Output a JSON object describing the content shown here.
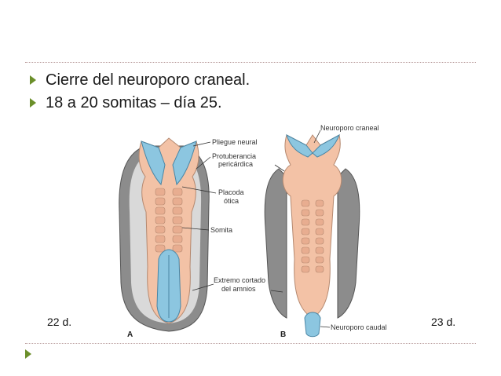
{
  "bullets": [
    "Cierre del neuroporo craneal.",
    "18 a 20 somitas – día 25."
  ],
  "days": {
    "left": "22 d.",
    "right": "23 d."
  },
  "figure": {
    "panel_a": "A",
    "panel_b": "B",
    "labels": {
      "pliegue": "Pliegue neural",
      "protuberancia1": "Protuberancia",
      "protuberancia2": "pericárdica",
      "placoda1": "Placoda",
      "placoda2": "ótica",
      "somita": "Somita",
      "extremo1": "Extremo cortado",
      "extremo2": "del amnios",
      "neuro_craneal": "Neuroporo craneal",
      "neuro_caudal": "Neuroporo caudal"
    }
  },
  "colors": {
    "accent": "#6b8f2a",
    "embryo": "#f3c2a6",
    "neural": "#8cc6e0",
    "amnion": "#9a9a9a"
  }
}
